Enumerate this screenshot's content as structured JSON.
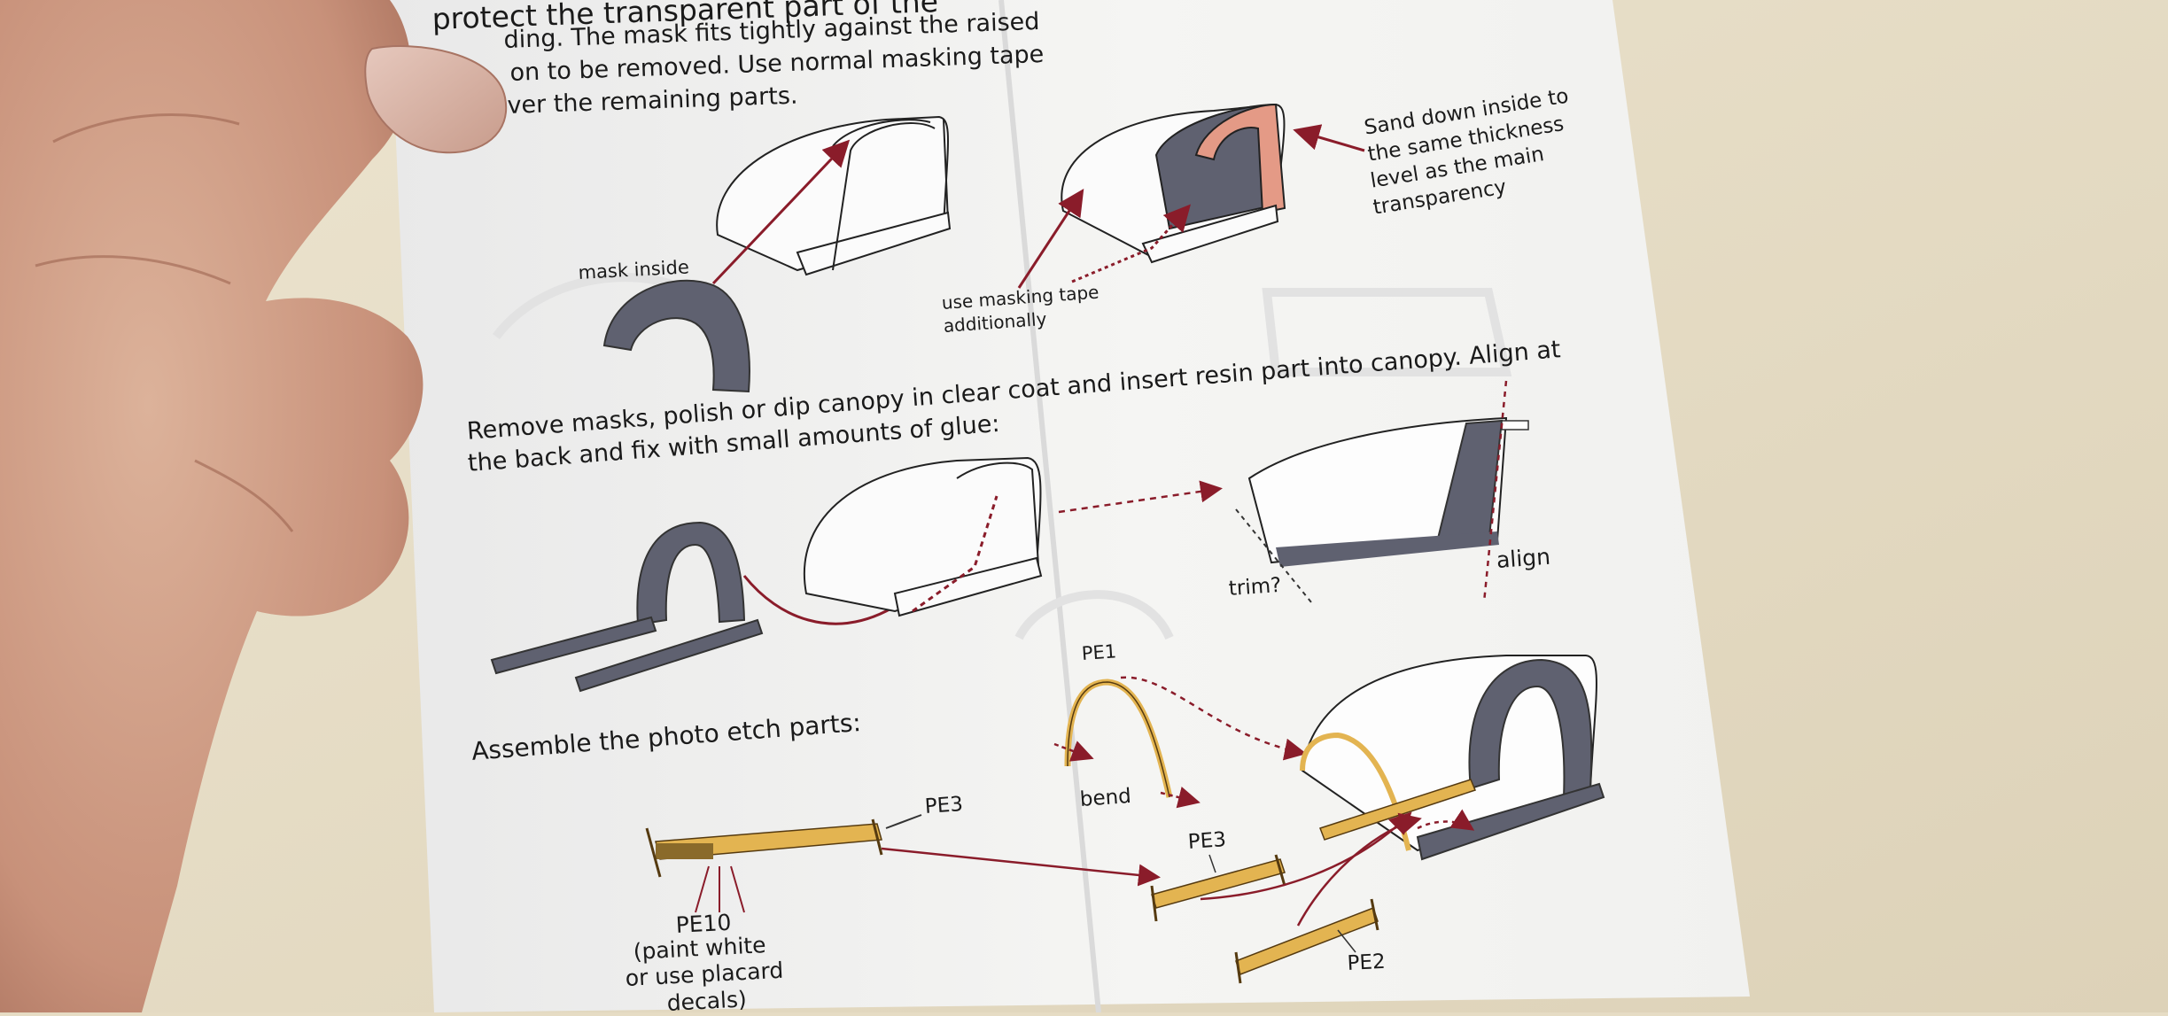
{
  "instructions": {
    "intro_line1": "protect the transparent part of the",
    "intro_line2": "ding. The mask fits tightly against the raised",
    "intro_line3": "on to be removed. Use normal masking tape",
    "intro_line4": "ver the remaining parts.",
    "step2_line1": "Remove masks, polish or dip canopy in clear coat and insert resin part into canopy. Align at",
    "step2_line2": "the back and fix with small amounts of glue:",
    "step3": "Assemble the photo etch parts:"
  },
  "labels": {
    "mask_inside": "mask inside",
    "masking_tape_1": "use masking tape",
    "masking_tape_2": "additionally",
    "sand_1": "Sand down inside to",
    "sand_2": "the same thickness",
    "sand_3": "level as the main",
    "sand_4": "transparency",
    "trim": "trim?",
    "align": "align",
    "pe1": "PE1",
    "bend": "bend",
    "pe3_left": "PE3",
    "pe3_right": "PE3",
    "pe10": "PE10",
    "pe10_note1": "(paint white",
    "pe10_note2": "or use placard",
    "pe10_note3": "decals)",
    "pe2": "PE2"
  },
  "colors": {
    "background": "#e6dcc4",
    "paper": "#f3f3f1",
    "resin_part": "#5f6170",
    "arrow": "#8a1c2a",
    "sanded_area": "#e49a86",
    "photo_etch": "#e3b451",
    "skin": "#d4a68c"
  }
}
